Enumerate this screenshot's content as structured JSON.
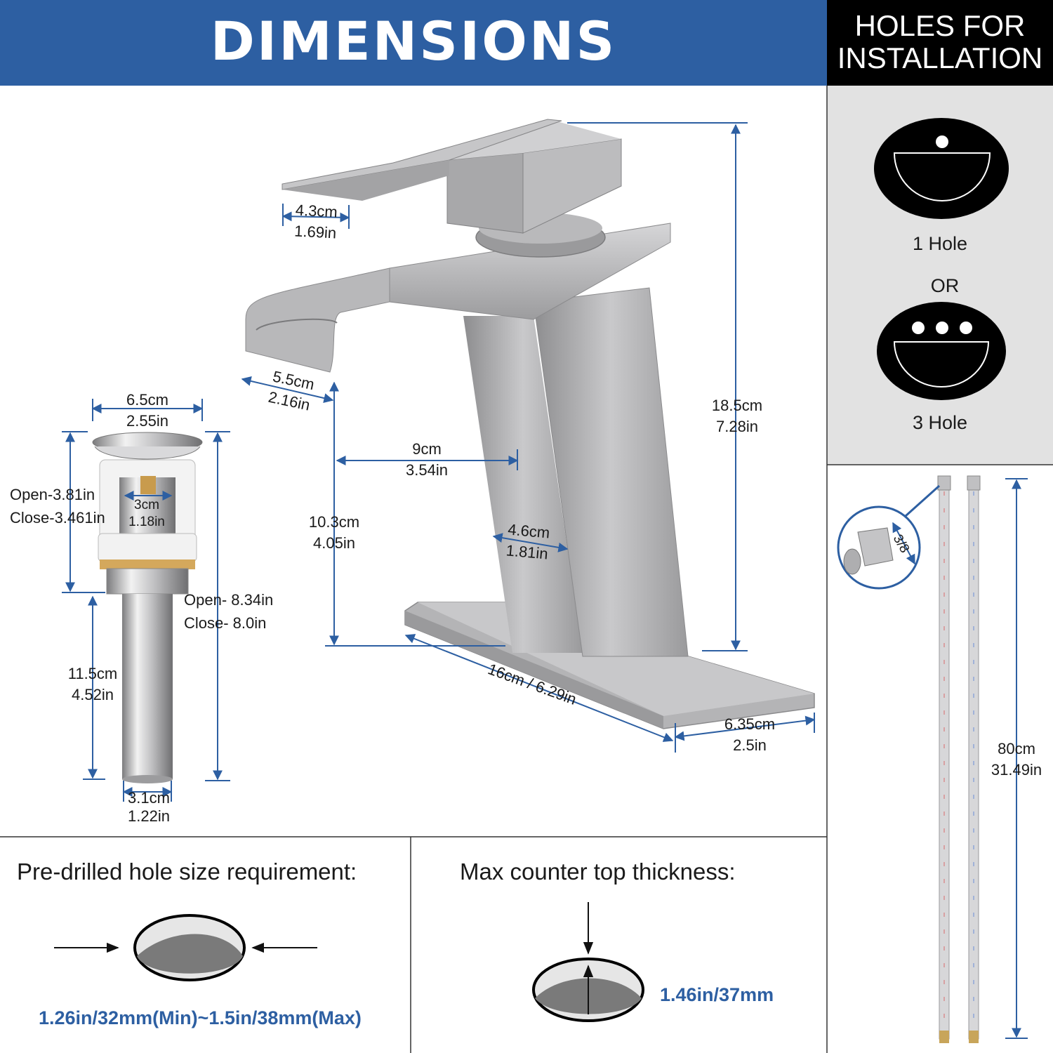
{
  "header": {
    "title": "DIMENSIONS",
    "side_line1": "HOLES FOR",
    "side_line2": "INSTALLATION"
  },
  "holes": {
    "one_hole": "1 Hole",
    "or": "OR",
    "three_hole": "3 Hole"
  },
  "faucet": {
    "handle_width_cm": "4.3cm",
    "handle_width_in": "1.69in",
    "spout_width_cm": "5.5cm",
    "spout_width_in": "2.16in",
    "total_height_cm": "18.5cm",
    "total_height_in": "7.28in",
    "spout_reach_cm": "9cm",
    "spout_reach_in": "3.54in",
    "spout_height_cm": "10.3cm",
    "spout_height_in": "4.05in",
    "body_width_cm": "4.6cm",
    "body_width_in": "1.81in",
    "plate_length": "16cm / 6.29in",
    "plate_width_cm": "6.35cm",
    "plate_width_in": "2.5in"
  },
  "drain": {
    "cap_width_cm": "6.5cm",
    "cap_width_in": "2.55in",
    "open_upper": "Open-3.81in",
    "close_upper": "Close-3.461in",
    "inner_cm": "3cm",
    "inner_in": "1.18in",
    "open_total": "Open- 8.34in",
    "close_total": "Close- 8.0in",
    "tail_length_cm": "11.5cm",
    "tail_length_in": "4.52in",
    "tail_dia_cm": "3.1cm",
    "tail_dia_in": "1.22in"
  },
  "hoses": {
    "thread": "3/8",
    "length_cm": "80cm",
    "length_in": "31.49in"
  },
  "notes": {
    "hole_title": "Pre-drilled hole size requirement:",
    "hole_value": "1.26in/32mm(Min)~1.5in/38mm(Max)",
    "thickness_title": "Max counter top thickness:",
    "thickness_value": "1.46in/37mm"
  },
  "colors": {
    "brand_blue": "#2d5fa2",
    "header_black": "#000000",
    "panel_gray": "#e2e2e2",
    "dimension_blue": "#2d5fa2"
  }
}
